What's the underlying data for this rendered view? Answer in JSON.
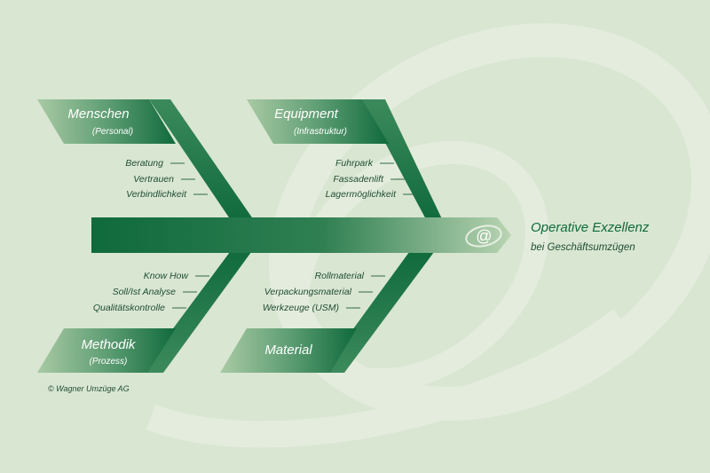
{
  "diagram": {
    "effect": {
      "title": "Operative Exzellenz",
      "subtitle": "bei Geschäftsumzügen",
      "logo_glyph": "@"
    },
    "categories": {
      "menschen": {
        "title": "Menschen",
        "subtitle": "(Personal)",
        "causes": [
          "Beratung",
          "Vertrauen",
          "Verbindlichkeit"
        ]
      },
      "equipment": {
        "title": "Equipment",
        "subtitle": "(Infrastruktur)",
        "causes": [
          "Fuhrpark",
          "Fassadenlift",
          "Lagermöglichkeit"
        ]
      },
      "methodik": {
        "title": "Methodik",
        "subtitle": "(Prozess)",
        "causes": [
          "Know How",
          "Soll/Ist Analyse",
          "Qualitätskontrolle"
        ]
      },
      "material": {
        "title": "Material",
        "causes": [
          "Rollmaterial",
          "Verpackungsmaterial",
          "Werkzeuge (USM)"
        ]
      }
    },
    "copyright": "© Wagner Umzüge AG",
    "colors": {
      "background": "#d9e6d2",
      "dark_green": "#0f6a3c",
      "light_green": "#a9caa4",
      "text": "#1f4d33"
    }
  }
}
